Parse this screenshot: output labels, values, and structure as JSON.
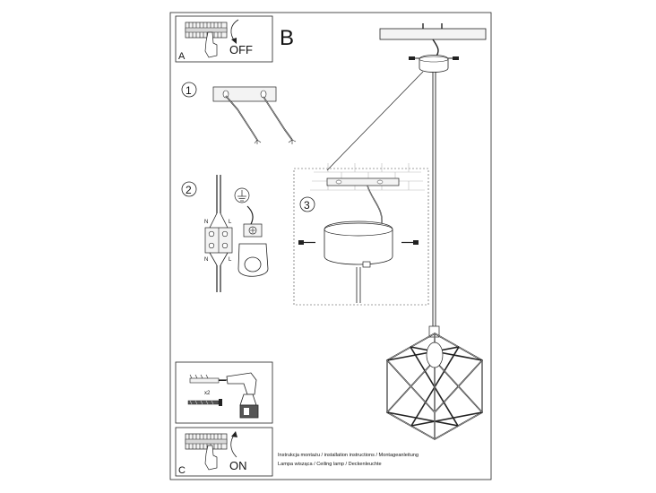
{
  "panels": {
    "A": {
      "letter": "A",
      "label": "OFF"
    },
    "B": {
      "letter": "B"
    },
    "C": {
      "letter": "C",
      "label": "ON"
    }
  },
  "steps": {
    "one": "1",
    "two": "2",
    "three": "3"
  },
  "wiring": {
    "n_top": "N",
    "l_top": "L",
    "n_bottom": "N",
    "l_bottom": "L"
  },
  "drill_multiplier": "x2",
  "caption": {
    "line1": "Instrukcja montażu / installation instructions / Montageanleitung",
    "line2": "Lampa wisząca / Ceiling lamp  / Deckenleuchte"
  },
  "colors": {
    "line": "#222222",
    "light_fill": "#f3f3f3"
  }
}
